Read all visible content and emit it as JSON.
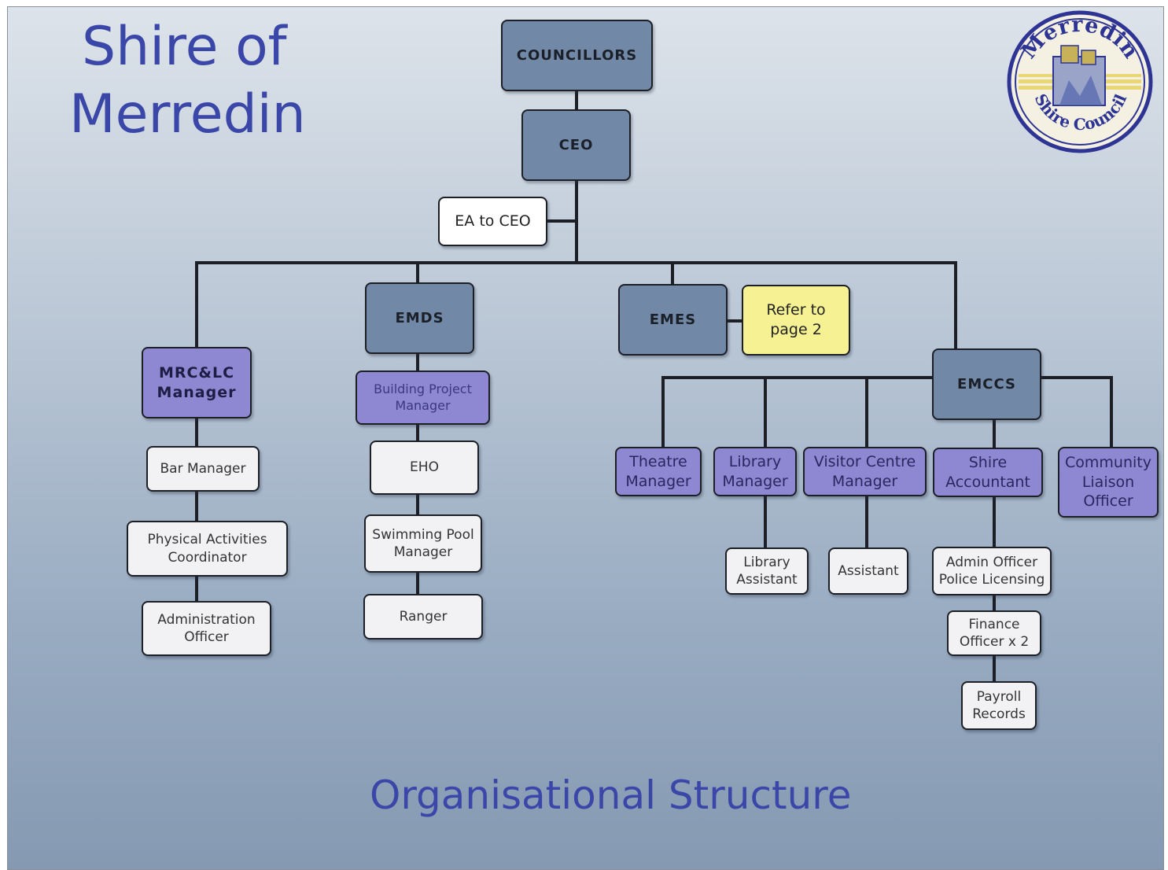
{
  "title_lines": [
    "Shire of",
    "Merredin"
  ],
  "subtitle": "Organisational Structure",
  "logo": {
    "text_top": "Merredin",
    "text_bottom": "Shire Council"
  },
  "colors": {
    "executive": "#7189a7",
    "manager": "#8e88d2",
    "staff": "#f2f2f4",
    "note": "#f6f192",
    "title": "#3b47a8",
    "line": "#1c1f26"
  },
  "nodes": {
    "councillors": "COUNCILLORS",
    "ceo": "CEO",
    "ea": "EA to CEO",
    "emds": "EMDS",
    "emes": "EMES",
    "refer": "Refer to\npage 2",
    "emccs": "EMCCS",
    "mrclc": "MRC&LC\nManager",
    "bar": "Bar Manager",
    "pac": "Physical Activities\nCoordinator",
    "admin_officer": "Administration\nOfficer",
    "bpm": "Building Project\nManager",
    "eho": "EHO",
    "pool": "Swimming Pool\nManager",
    "ranger": "Ranger",
    "theatre": "Theatre\nManager",
    "library": "Library\nManager",
    "visitor": "Visitor Centre\nManager",
    "accountant": "Shire\nAccountant",
    "community": "Community\nLiaison\nOfficer",
    "lib_asst": "Library\nAssistant",
    "assistant": "Assistant",
    "admin_police": "Admin Officer\nPolice Licensing",
    "finance": "Finance\nOfficer x 2",
    "payroll": "Payroll\nRecords"
  }
}
